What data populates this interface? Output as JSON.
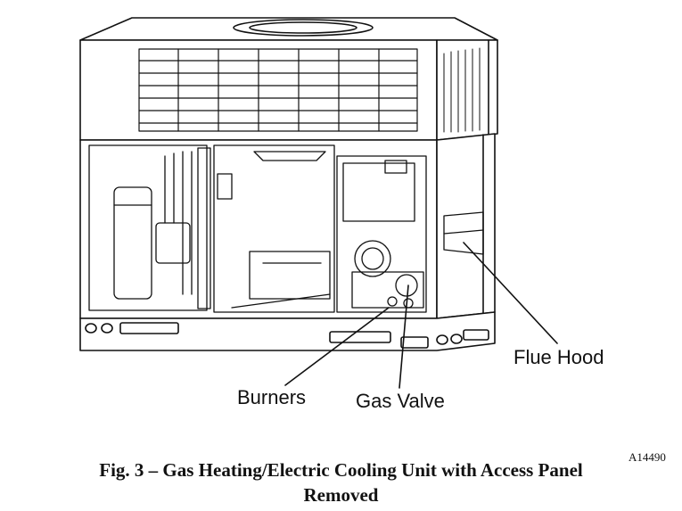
{
  "figure": {
    "callouts": {
      "flue_hood": "Flue Hood",
      "burners": "Burners",
      "gas_valve": "Gas Valve"
    },
    "drawing_code": "A14490",
    "caption_line1": "Fig. 3 – Gas Heating/Electric Cooling Unit with Access Panel",
    "caption_line2": "Removed"
  },
  "colors": {
    "line": "#111111",
    "background": "#ffffff"
  }
}
